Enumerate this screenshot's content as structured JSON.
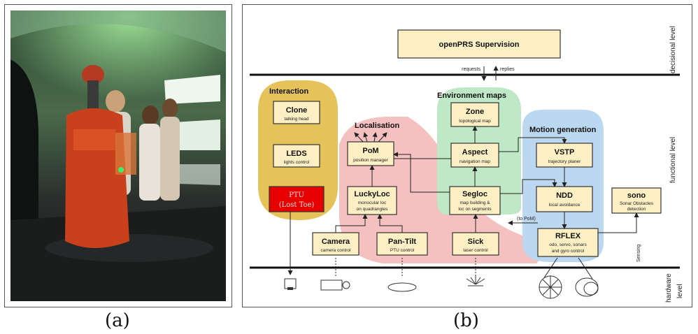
{
  "captions": {
    "a": "(a)",
    "b": "(b)"
  },
  "supervision": "openPRS Supervision",
  "requests": "requests",
  "replies": "replies",
  "levels": {
    "decisional": "decisional level",
    "functional": "functional level",
    "hardware_a": "hardware",
    "hardware_b": "level"
  },
  "groups": {
    "interaction": "Interaction",
    "localisation": "Localisation",
    "environment": "Environment maps",
    "motion": "Motion generation",
    "sensing": "Sensing"
  },
  "modules": {
    "clone": {
      "title": "Clone",
      "sub": "talking head"
    },
    "leds": {
      "title": "LEDS",
      "sub": "lights control"
    },
    "ptu": {
      "title_a": "PTU",
      "title_b": "(Lost Toe)"
    },
    "pom": {
      "title": "PoM",
      "sub": "position manager"
    },
    "luckyloc": {
      "title": "LuckyLoc",
      "sub_a": "monocular loc",
      "sub_b": "on quadrangles"
    },
    "zone": {
      "title": "Zone",
      "sub": "topological map"
    },
    "aspect": {
      "title": "Aspect",
      "sub": "navigation map"
    },
    "segloc": {
      "title": "Segloc",
      "sub_a": "map building &",
      "sub_b": "loc on segments"
    },
    "vstp": {
      "title": "VSTP",
      "sub": "trajectory planer"
    },
    "ndd": {
      "title": "NDD",
      "sub": "local avoidance"
    },
    "sono": {
      "title": "sono",
      "sub_a": "Sonar Obstacles",
      "sub_b": "detection"
    },
    "camera": {
      "title": "Camera",
      "sub": "camera control"
    },
    "pantilt": {
      "title": "Pan-Tilt",
      "sub": "PTU control"
    },
    "sick": {
      "title": "Sick",
      "sub": "laser control"
    },
    "rflex": {
      "title": "RFLEX",
      "sub_a": "odo, servo, sonars",
      "sub_b": "and gyro control"
    }
  },
  "to_pom": "(to PoM)",
  "colors": {
    "interaction": "#e6c25a",
    "localisation": "#f4c0c0",
    "environment": "#bfe8c6",
    "motion": "#bcd8f0",
    "module": "#fcefc4",
    "ptu": "#e60000"
  }
}
